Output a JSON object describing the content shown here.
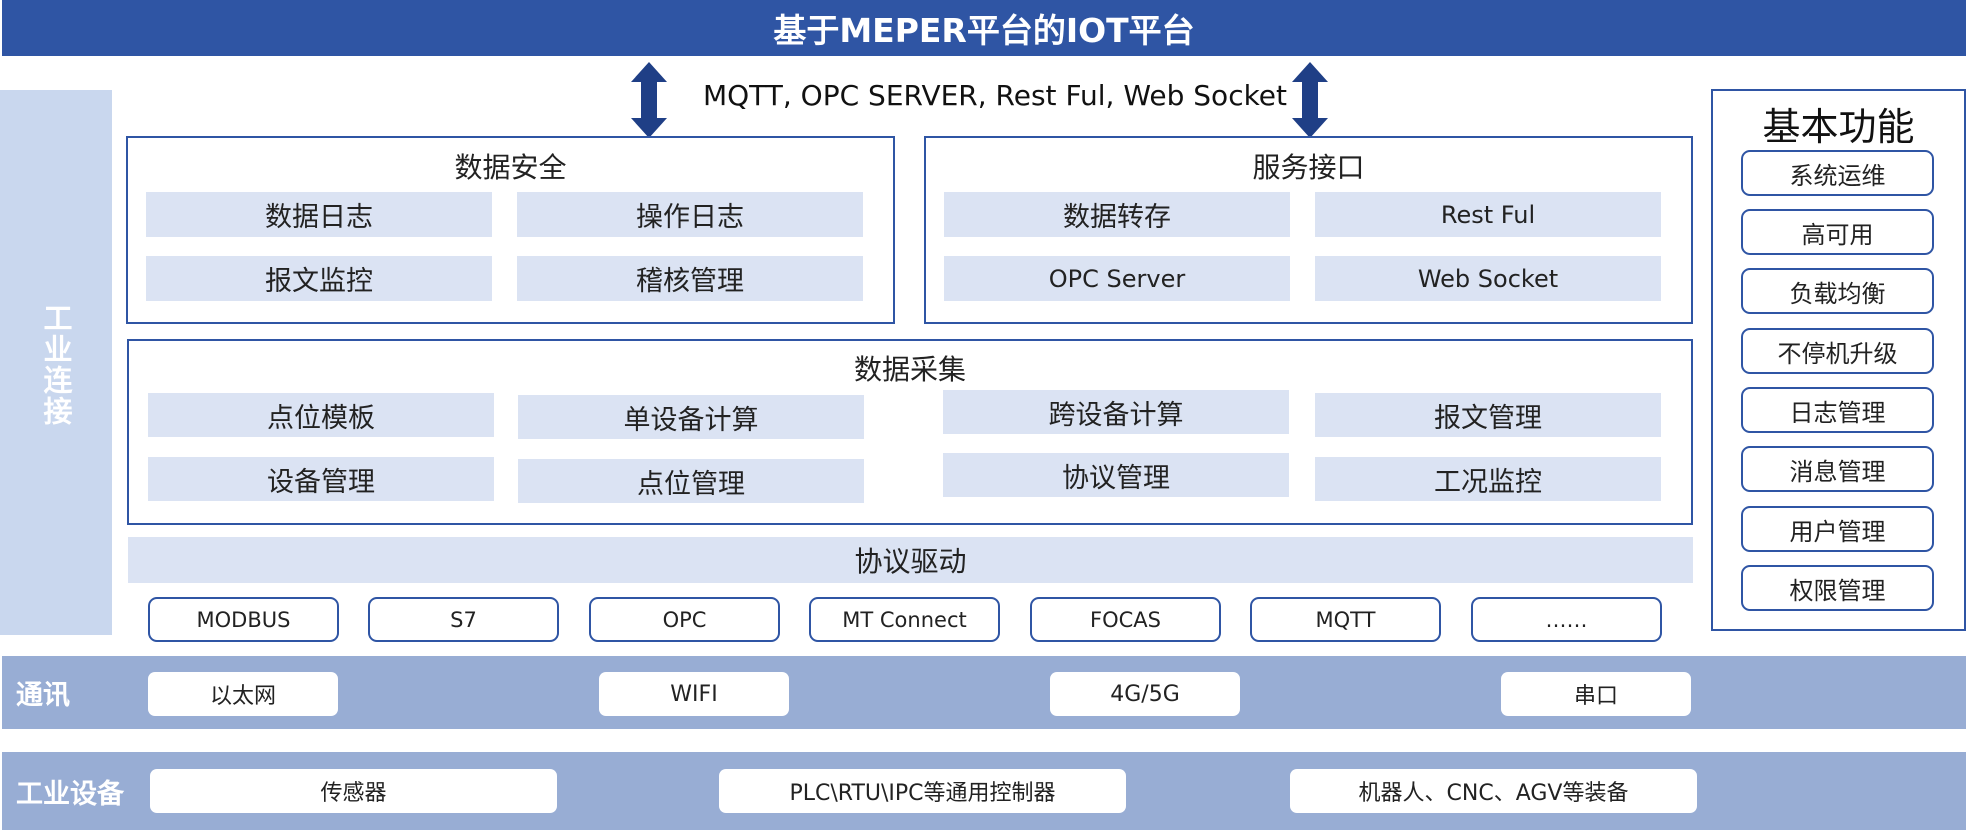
{
  "title": "基于MEPER平台的IOT平台",
  "side_label": "工业连接",
  "protocols_text": "MQTT, OPC SERVER, Rest Ful, Web Socket",
  "data_security": {
    "title": "数据安全",
    "items": [
      "数据日志",
      "操作日志",
      "报文监控",
      "稽核管理"
    ]
  },
  "service_interface": {
    "title": "服务接口",
    "items": [
      "数据转存",
      "Rest Ful",
      "OPC Server",
      "Web Socket"
    ]
  },
  "data_collection": {
    "title": "数据采集",
    "items": [
      "点位模板",
      "单设备计算",
      "跨设备计算",
      "报文管理",
      "设备管理",
      "点位管理",
      "协议管理",
      "工况监控"
    ]
  },
  "protocol_driver": {
    "title": "协议驱动",
    "items": [
      "MODBUS",
      "S7",
      "OPC",
      "MT Connect",
      "FOCAS",
      "MQTT",
      "……"
    ]
  },
  "communication": {
    "label": "通讯",
    "items": [
      "以太网",
      "WIFI",
      "4G/5G",
      "串口"
    ]
  },
  "industrial_devices": {
    "label": "工业设备",
    "items": [
      "传感器",
      "PLC\\RTU\\IPC等通用控制器",
      "机器人、CNC、AGV等装备"
    ]
  },
  "basic_functions": {
    "title": "基本功能",
    "items": [
      "系统运维",
      "高可用",
      "负载均衡",
      "不停机升级",
      "日志管理",
      "消息管理",
      "用户管理",
      "权限管理"
    ]
  },
  "colors": {
    "primary": "#2f55a4",
    "cell_fill": "#dbe3f3",
    "band_fill": "#98add4",
    "side_fill": "#c9d7ee"
  }
}
